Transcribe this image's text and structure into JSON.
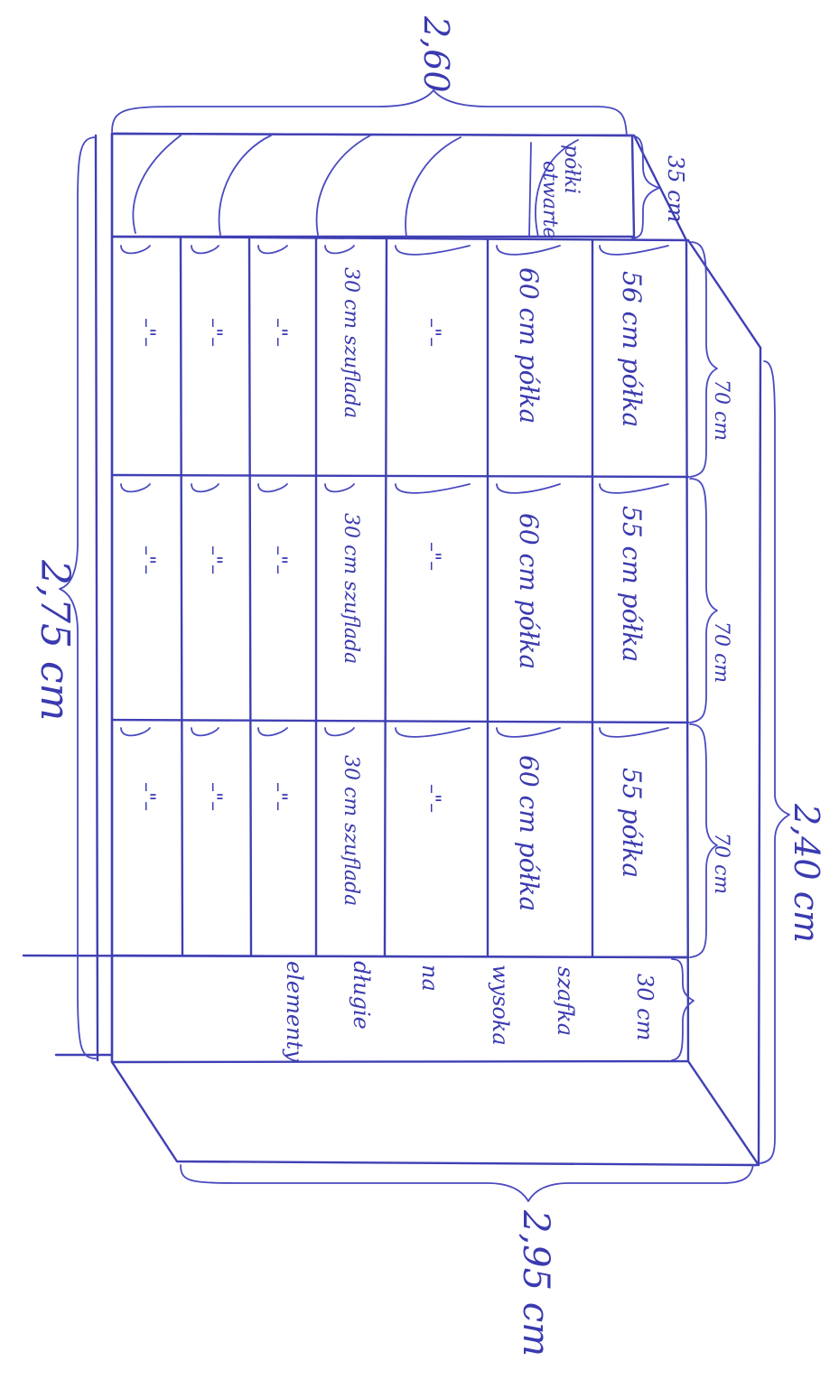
{
  "dimensions": {
    "top_width": "2,60",
    "right_height": "2,40 cm",
    "left_height": "2,75 cm",
    "bottom_width": "2,95 cm",
    "top_shelf_depth": "35 cm"
  },
  "top_box_label": [
    "półki",
    "otwarte"
  ],
  "column_widths": [
    "70 cm",
    "70 cm",
    "70 cm"
  ],
  "columns": [
    {
      "rows": [
        "56 cm półka",
        "60 cm półka",
        "–\"–",
        "30 cm szufladа",
        "–\"–",
        "–\"–",
        "–\"–"
      ]
    },
    {
      "rows": [
        "55 cm półka",
        "60 cm półka",
        "–\"–",
        "30 cm szuflada",
        "–\"–",
        "–\"–",
        "–\"–"
      ]
    },
    {
      "rows": [
        "55 półka",
        "60 cm półka",
        "–\"–",
        "30 cm szuflada",
        "–\"–",
        "–\"–",
        "–\"–"
      ]
    }
  ],
  "side_cabinet": {
    "width": "30 cm",
    "lines": [
      "szafka",
      "wysoka",
      "na",
      "długie",
      "elementy"
    ]
  }
}
